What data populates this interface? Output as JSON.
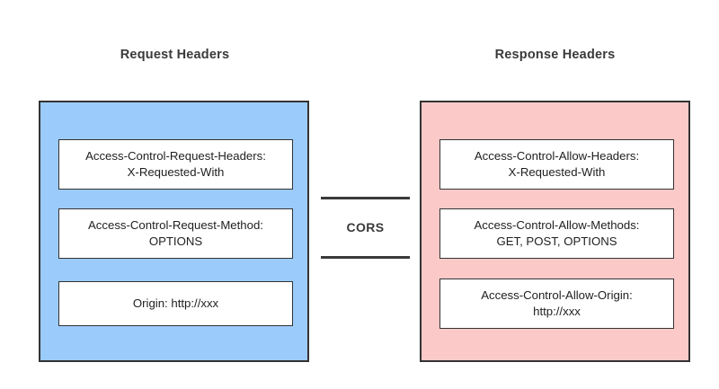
{
  "diagram": {
    "center_label": "CORS",
    "columns": [
      {
        "id": "request",
        "title": "Request Headers",
        "panel_color": "#9bcbfb",
        "border_color": "#333333",
        "boxes": [
          {
            "line1": "Access-Control-Request-Headers:",
            "line2": "X-Requested-With"
          },
          {
            "line1": "Access-Control-Request-Method:",
            "line2": "OPTIONS"
          },
          {
            "line1": "Origin: http://xxx",
            "line2": ""
          }
        ]
      },
      {
        "id": "response",
        "title": "Response Headers",
        "panel_color": "#fcc9c9",
        "border_color": "#333333",
        "boxes": [
          {
            "line1": "Access-Control-Allow-Headers:",
            "line2": "X-Requested-With"
          },
          {
            "line1": "Access-Control-Allow-Methods:",
            "line2": "GET, POST, OPTIONS"
          },
          {
            "line1": "Access-Control-Allow-Origin:",
            "line2": "http://xxx"
          }
        ]
      }
    ]
  }
}
